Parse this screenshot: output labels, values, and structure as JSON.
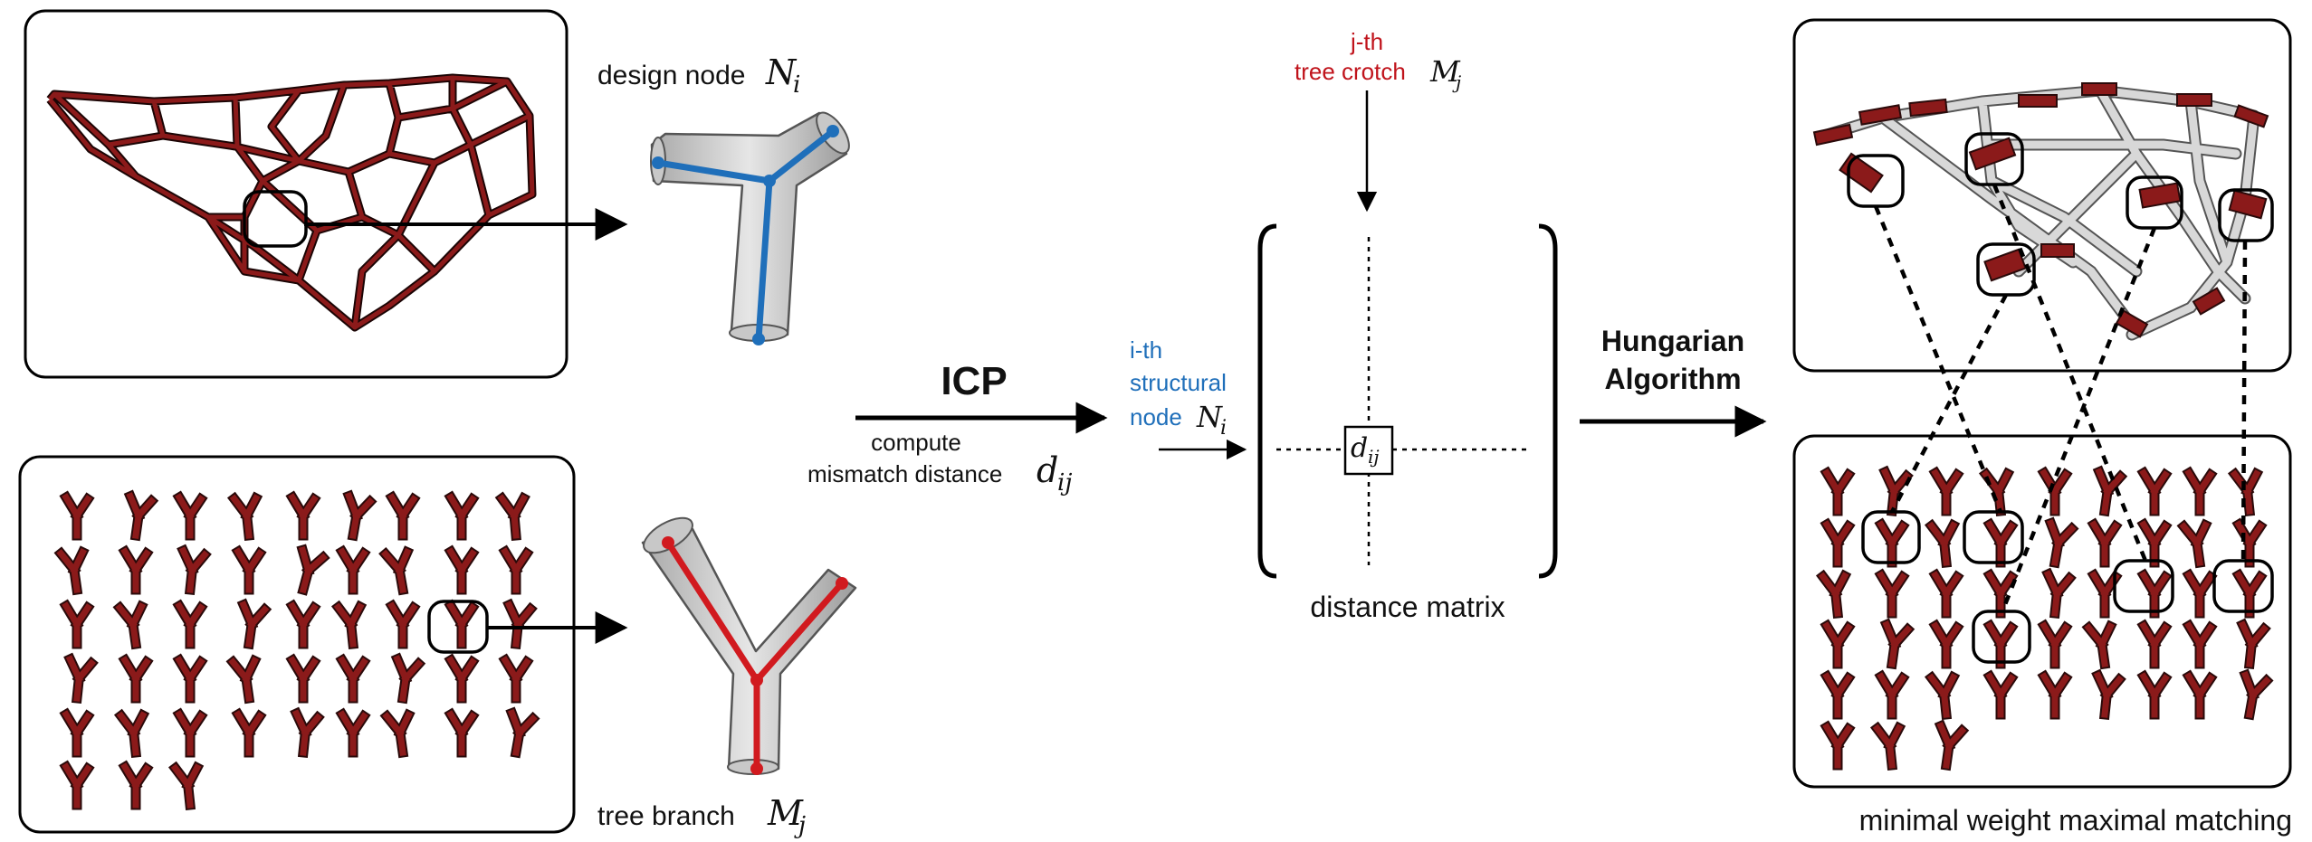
{
  "labels": {
    "design_node": "design node",
    "design_node_sym": "N",
    "design_node_sub": "i",
    "tree_branch": "tree branch",
    "tree_branch_sym": "M",
    "tree_branch_sub": "j",
    "icp": "ICP",
    "compute_line1": "compute",
    "compute_line2": "mismatch distance",
    "d_sym": "d",
    "d_sub": "ij",
    "ith_line1": "i-th",
    "ith_line2": "structural",
    "ith_line3": "node",
    "ith_sym": "N",
    "ith_sub": "i",
    "jth_line1": "j-th",
    "jth_line2": "tree crotch",
    "jth_sym": "M",
    "jth_sub": "j",
    "matrix_cell_sym": "d",
    "matrix_cell_sub": "ij",
    "distance_matrix": "distance matrix",
    "hungarian_line1": "Hungarian",
    "hungarian_line2": "Algorithm",
    "matching": "minimal weight maximal matching"
  },
  "colors": {
    "branch_red": "#8b1a1a",
    "node_blue": "#1f6fba",
    "crotch_red": "#d11a1f",
    "pipe_gray": "#cfcfcf",
    "link_gray": "#bdbdbd"
  }
}
